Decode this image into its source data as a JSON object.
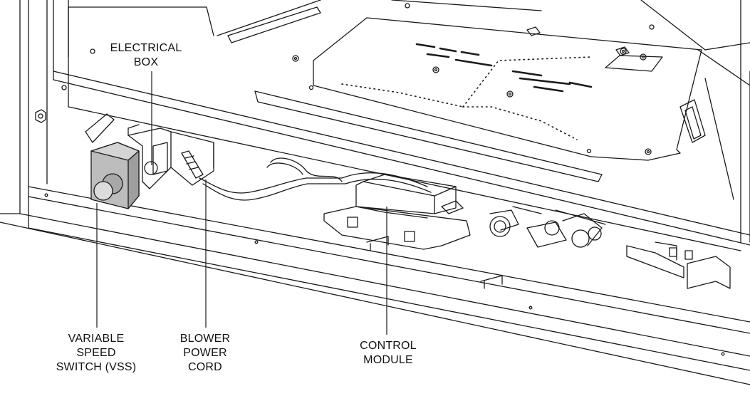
{
  "labels": {
    "electrical_box": [
      "ELECTRICAL",
      "BOX"
    ],
    "variable_speed_switch": [
      "VARIABLE",
      "SPEED",
      "SWITCH (VSS)"
    ],
    "blower_power_cord": [
      "BLOWER",
      "POWER",
      "CORD"
    ],
    "control_module": [
      "CONTROL",
      "MODULE"
    ]
  },
  "colors": {
    "line": "#1a1a1a",
    "switch_fill": "#bdbdbd",
    "background": "#ffffff"
  }
}
